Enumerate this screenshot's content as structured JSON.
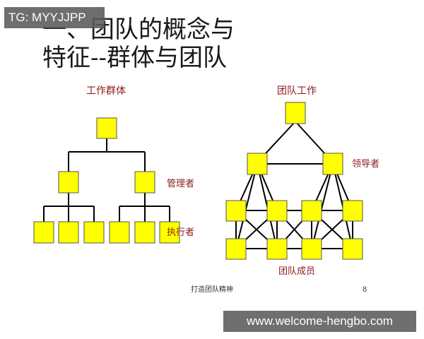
{
  "title": {
    "line1": "一、团队的概念与",
    "line2": "特征--群体与团队"
  },
  "left_diagram": {
    "heading": "工作群体",
    "labels": {
      "managers": "管理者",
      "executors": "执行者"
    }
  },
  "right_diagram": {
    "heading": "团队工作",
    "labels": {
      "leaders": "领导者",
      "members": "团队成员"
    }
  },
  "footer": {
    "text": "打造团队精神",
    "page_number": "8"
  },
  "overlays": {
    "tag": "TG: MYYJJPP",
    "url": "www.welcome-hengbo.com"
  },
  "colors": {
    "node_fill": "#ffff00",
    "node_stroke": "#555555",
    "label": "#8b1a1a",
    "line": "#000000"
  }
}
